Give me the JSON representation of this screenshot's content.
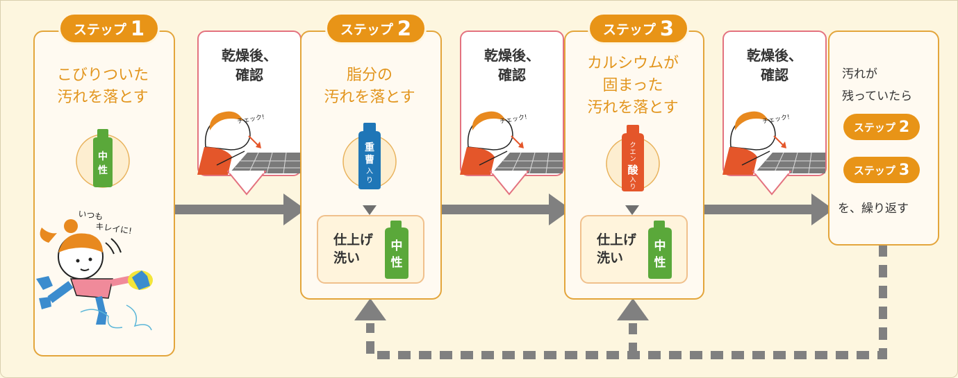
{
  "steps": [
    {
      "label": "ステップ",
      "number": "1",
      "title_lines": [
        "こびりついた",
        "汚れを落とす"
      ],
      "product": "中性"
    },
    {
      "label": "ステップ",
      "number": "2",
      "title_lines": [
        "脂分の",
        "汚れを落とす"
      ],
      "product": "重曹入り"
    },
    {
      "label": "ステップ",
      "number": "3",
      "title_lines": [
        "カルシウムが",
        "固まった",
        "汚れを落とす"
      ],
      "product": "クエン酸入り"
    }
  ],
  "finish": {
    "label_lines": [
      "仕上げ",
      "洗い"
    ],
    "bottle_label": "中性"
  },
  "check": {
    "title_lines": [
      "乾燥後、",
      "確認"
    ],
    "speech": "チェック!"
  },
  "character_speech": "いつもキレイに!",
  "repeat_box": {
    "line1": "汚れが",
    "line2": "残っていたら",
    "pill1": {
      "label": "ステップ",
      "number": "2"
    },
    "pill2": {
      "label": "ステップ",
      "number": "3"
    },
    "line3": "を、繰り返す"
  },
  "colors": {
    "accent_orange": "#e89417",
    "title_orange": "#e2951d",
    "panel_border": "#e3a53b",
    "check_border": "#e3727f",
    "arrow_gray": "#808080",
    "bottle_green": "#5aa83a",
    "bottle_blue": "#1f76b7",
    "bottle_red": "#e4562a"
  }
}
